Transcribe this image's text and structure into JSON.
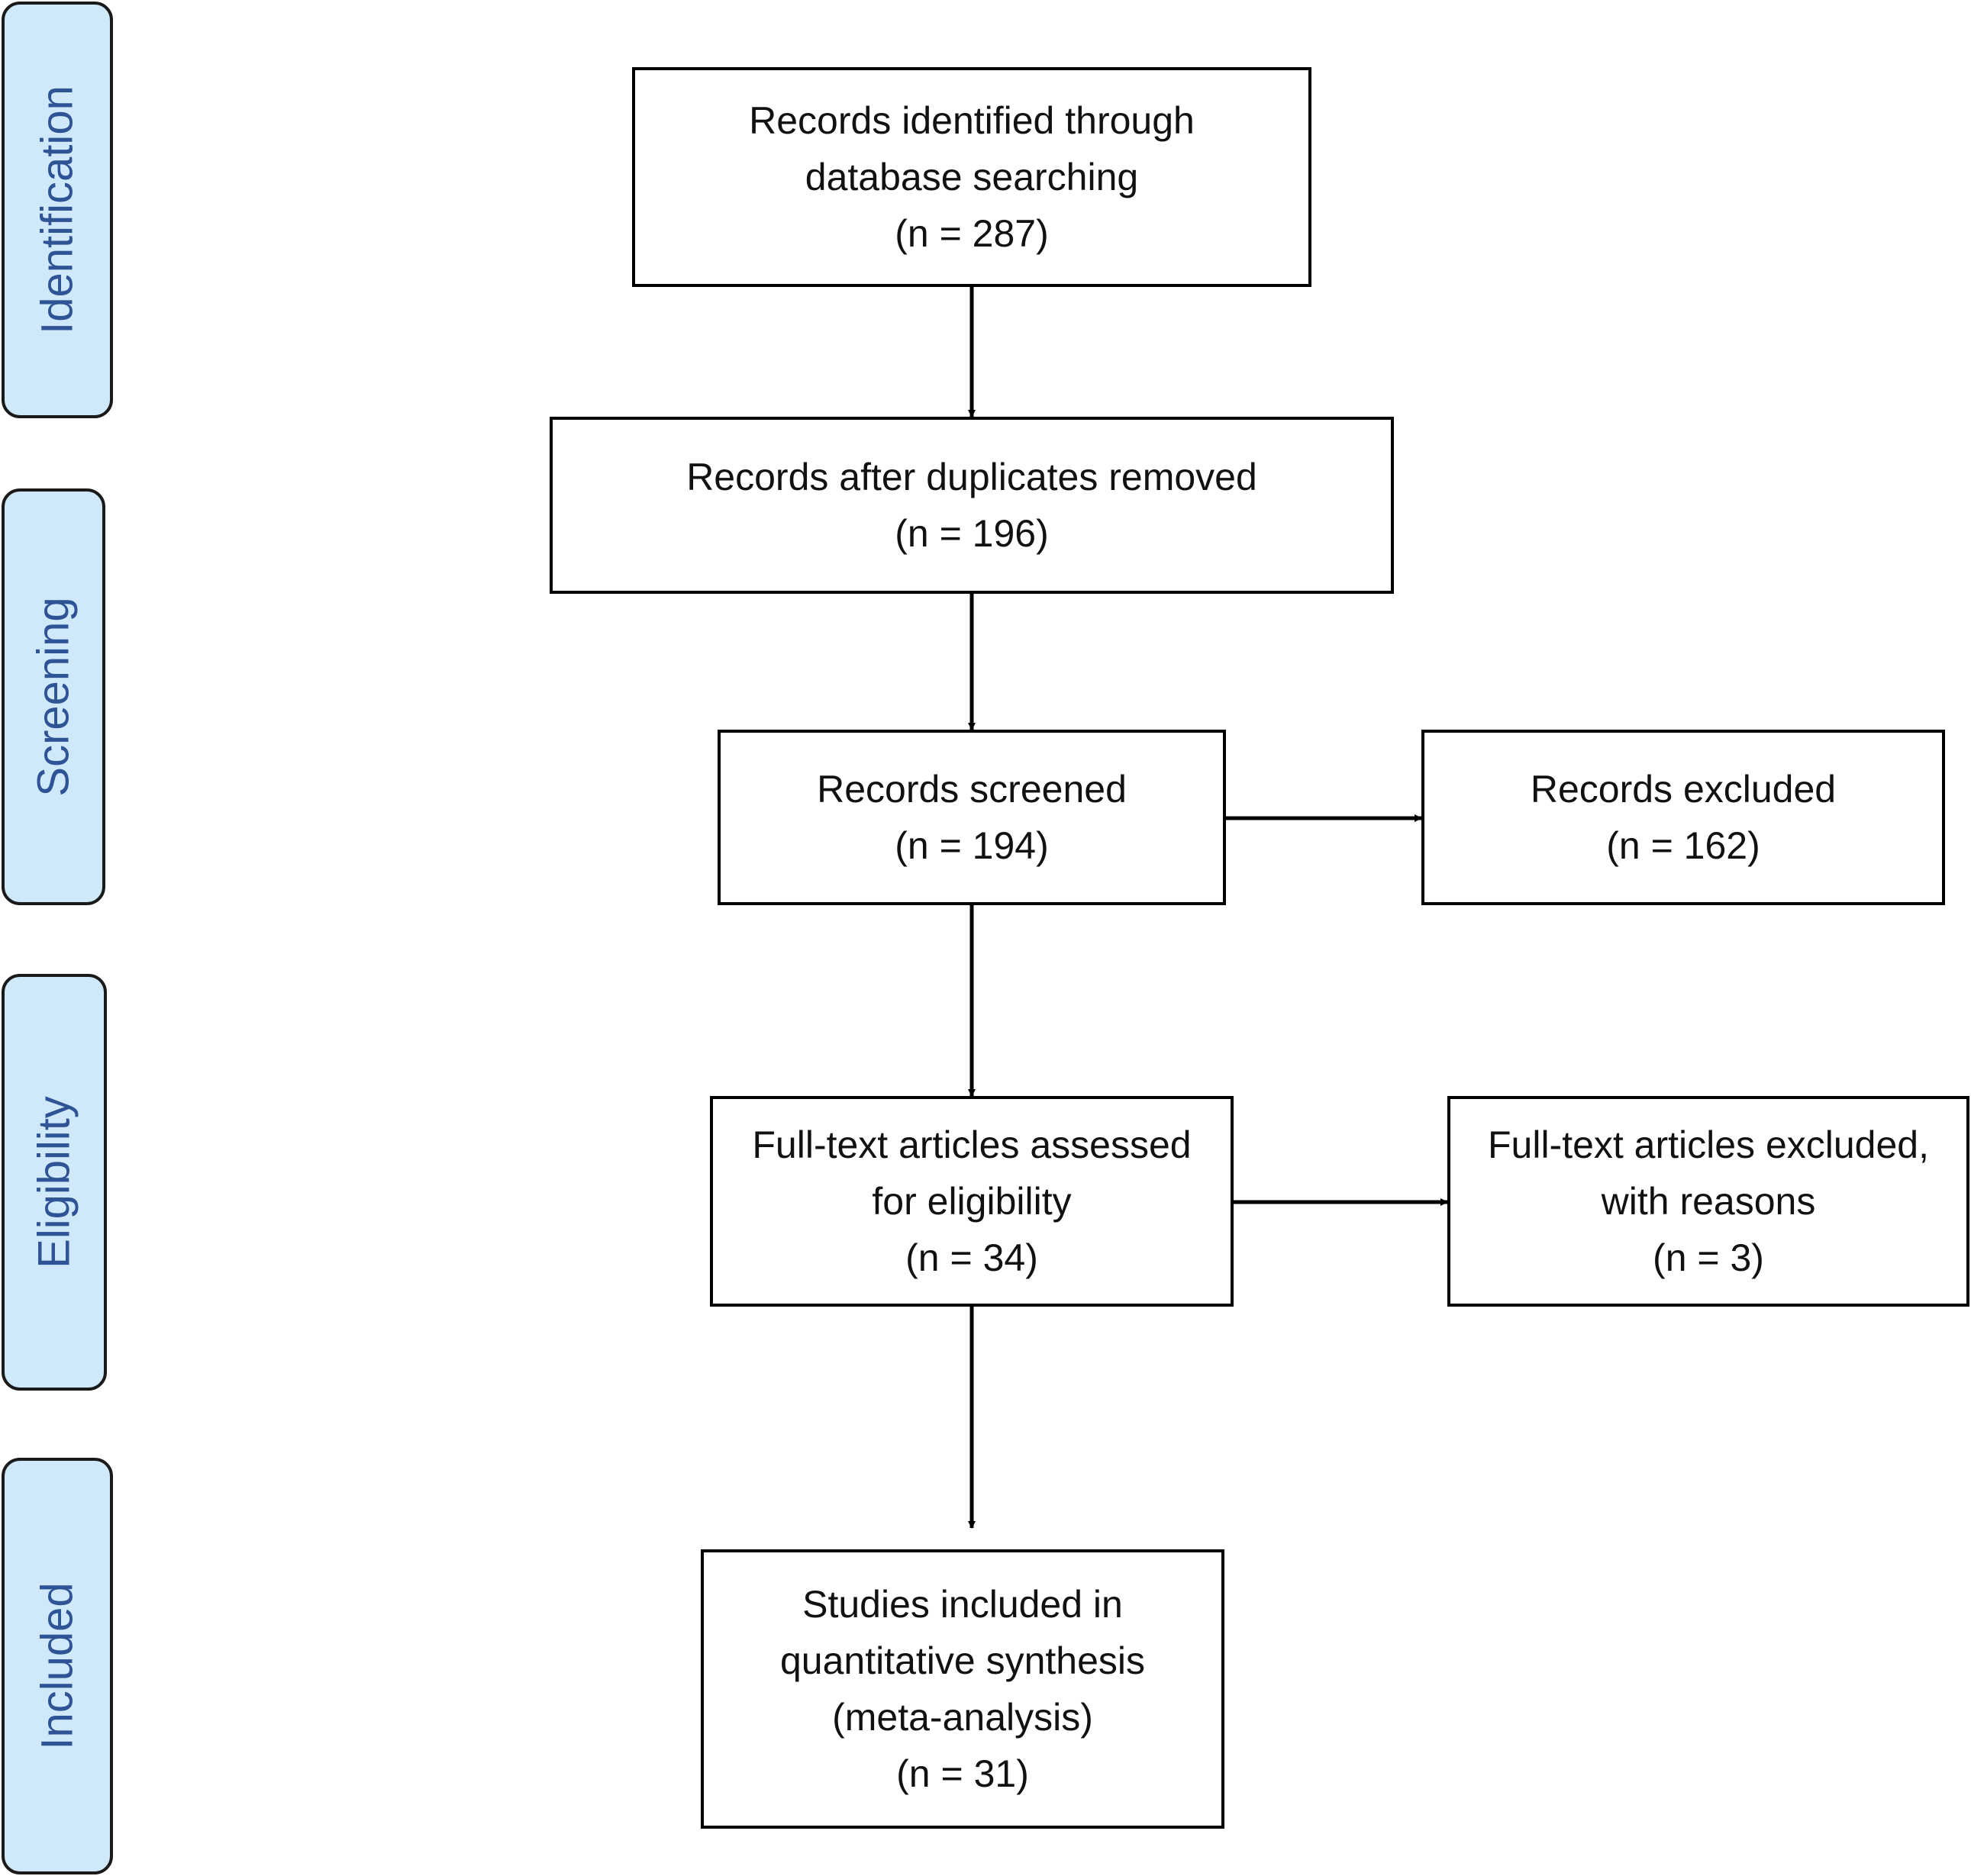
{
  "phases": {
    "identification": "Identification",
    "screening": "Screening",
    "eligibility": "Eligibility",
    "included": "Included"
  },
  "boxes": {
    "identified": {
      "lines": [
        "Records identified through",
        "database searching",
        "(n = 287)"
      ]
    },
    "deduplicated": {
      "lines": [
        "Records after duplicates removed",
        "(n = 196)"
      ]
    },
    "screened": {
      "lines": [
        "Records screened",
        "(n = 194)"
      ]
    },
    "excluded": {
      "lines": [
        "Records excluded",
        "(n = 162)"
      ]
    },
    "fulltext": {
      "lines": [
        "Full-text articles assessed",
        "for eligibility",
        "(n = 34)"
      ]
    },
    "fulltext_excluded": {
      "lines": [
        "Full-text articles excluded,",
        "with reasons",
        "(n = 3)"
      ]
    },
    "included": {
      "lines": [
        "Studies included in",
        "quantitative synthesis",
        "(meta-analysis)",
        "(n = 31)"
      ]
    }
  },
  "colors": {
    "phase_fill": "#cfe9fb",
    "phase_text": "#2f5496",
    "stroke": "#000000"
  }
}
